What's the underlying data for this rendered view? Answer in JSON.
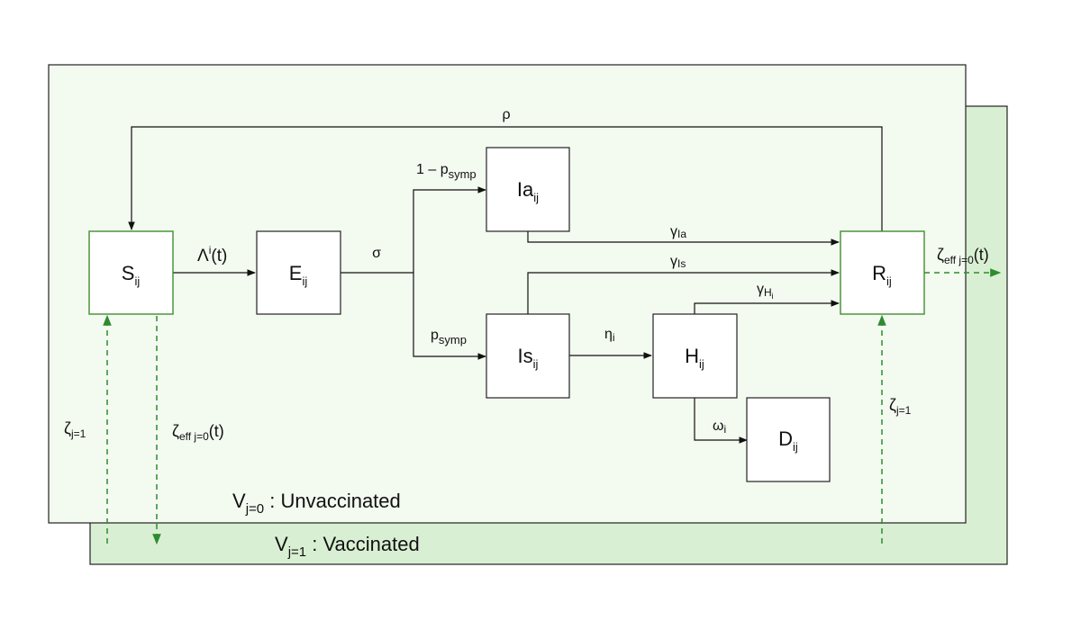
{
  "layers": {
    "unvaccinated": {
      "main": "V",
      "sub": "j=0",
      "suffix": " : Unvaccinated"
    },
    "vaccinated": {
      "main": "V",
      "sub": "j=1",
      "suffix": " : Vaccinated"
    }
  },
  "nodes": {
    "S": {
      "main": "S",
      "sub": "ij"
    },
    "E": {
      "main": "E",
      "sub": "ij"
    },
    "Ia": {
      "main": "Ia",
      "sub": "ij"
    },
    "Is": {
      "main": "Is",
      "sub": "ij"
    },
    "H": {
      "main": "H",
      "sub": "ij"
    },
    "D": {
      "main": "D",
      "sub": "ij"
    },
    "R": {
      "main": "R",
      "sub": "ij"
    }
  },
  "rates": {
    "rho": {
      "main": "ρ",
      "sub": ""
    },
    "lambda": {
      "main": "Λ",
      "sup": "i",
      "suffix": "(t)"
    },
    "sigma": {
      "main": "σ",
      "sub": ""
    },
    "one_minus_psymp": {
      "main": "1 – p",
      "sub": "symp"
    },
    "psymp": {
      "main": "p",
      "sub": "symp"
    },
    "gamma_ia": {
      "main": "γ",
      "sub": "Ia"
    },
    "gamma_is": {
      "main": "γ",
      "sub": "Is"
    },
    "gamma_h": {
      "main": "γ",
      "sub": "H",
      "subsub": "i"
    },
    "eta": {
      "main": "η",
      "sub": "i"
    },
    "omega": {
      "main": "ω",
      "sub": "i"
    },
    "zeta_eff_R": {
      "main": "ζ",
      "sub": "eff j=0",
      "suffix": "(t)"
    },
    "zeta_eff_S": {
      "main": "ζ",
      "sub": "eff j=0",
      "suffix": "(t)"
    },
    "zeta_S": {
      "main": "ζ",
      "sub": "j=1"
    },
    "zeta_R": {
      "main": "ζ",
      "sub": "j=1"
    }
  },
  "colors": {
    "front_layer_fill": "#f3faf0",
    "back_layer_fill": "#d9efd3",
    "vaccination_arrow": "#2e8b2e",
    "node_border_green": "#3f8f2f"
  }
}
